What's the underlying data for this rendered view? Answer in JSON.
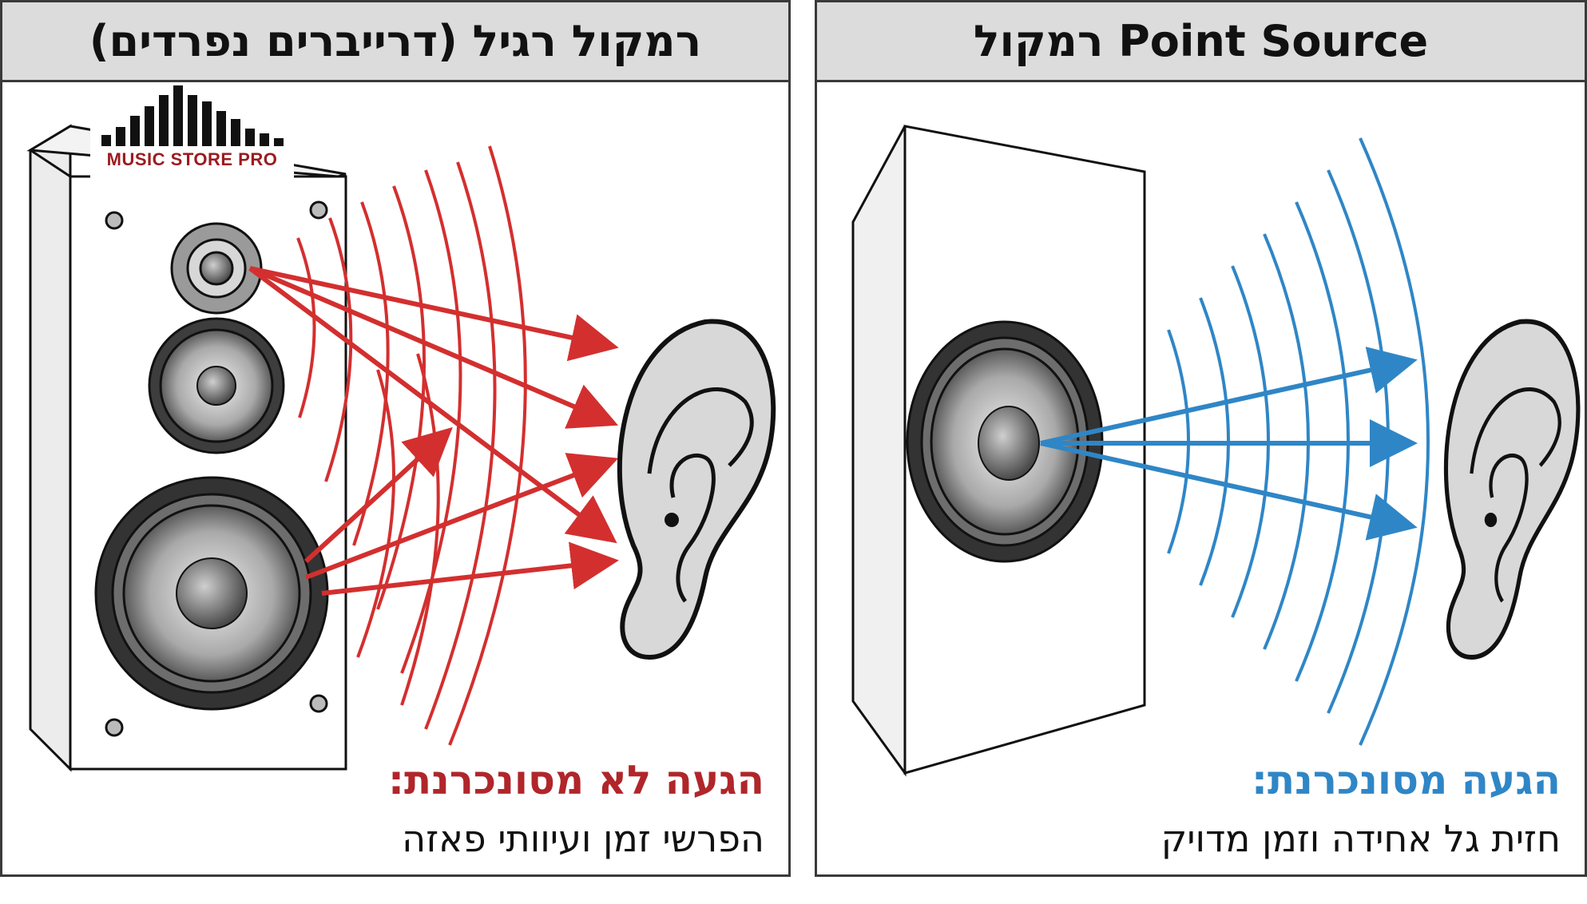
{
  "left_panel": {
    "title": "רמקול רגיל (דרייברים נפרדים)",
    "caption_heading": "הגעה לא מסונכרנת:",
    "caption_text": "הפרשי זמן ועיוותי פאזה",
    "wave_color": "#d32f2f"
  },
  "right_panel": {
    "title": "Point Source רמקול",
    "caption_heading": "הגעה מסונכרנת:",
    "caption_text": "חזית גל אחידה וזמן מדויק",
    "wave_color": "#2f86c6"
  },
  "logo": {
    "text": "MUSIC STORE PRO",
    "text_color": "#9b1b1f",
    "icon": "equalizer-bars-icon"
  },
  "icons": [
    "speaker-cabinet-icon",
    "tweeter-icon",
    "midrange-driver-icon",
    "woofer-icon",
    "ear-icon",
    "coaxial-driver-icon"
  ]
}
